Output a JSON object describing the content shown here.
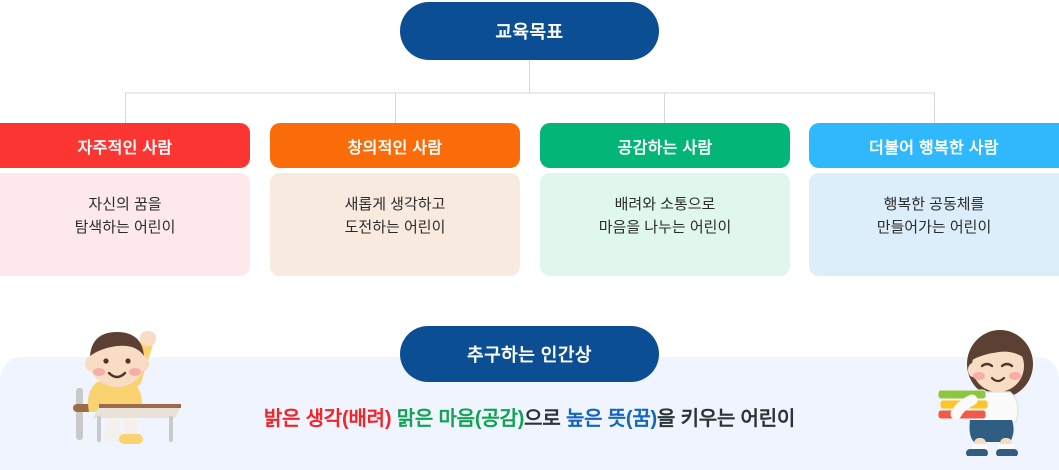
{
  "diagram": {
    "top_node": {
      "label": "교육목표",
      "color": "#0B4E94"
    },
    "pillars": [
      {
        "title": "자주적인 사람",
        "description": "자신의 꿈을\n탐색하는 어린이",
        "head_color": "#FB3632",
        "body_color": "#FDE9EC"
      },
      {
        "title": "창의적인 사람",
        "description": "새롭게 생각하고\n도전하는 어린이",
        "head_color": "#FA6B0A",
        "body_color": "#F9EAE0"
      },
      {
        "title": "공감하는 사람",
        "description": "배려와 소통으로\n마음을 나누는 어린이",
        "head_color": "#03B576",
        "body_color": "#DFF7EC"
      },
      {
        "title": "더불어 행복한 사람",
        "description": "행복한 공동체를\n만들어가는 어린이",
        "head_color": "#2FB8FC",
        "body_color": "#DDEEFB"
      }
    ],
    "connector_color": "#D5D7DB"
  },
  "bottom": {
    "badge": {
      "label": "추구하는 인간상",
      "color": "#0B4E94"
    },
    "banner_color": "#EFF4FE",
    "slogan_segments": [
      {
        "text": "밝은 생각(배려)",
        "color": "#F0262B"
      },
      {
        "text": " ",
        "color": "#2d3436"
      },
      {
        "text": "맑은 마음(공감)",
        "color": "#12A254"
      },
      {
        "text": "으로 ",
        "color": "#2d3436"
      },
      {
        "text": "높은 뜻(꿈)",
        "color": "#1565C0"
      },
      {
        "text": "을 키우는 어린이",
        "color": "#2d3436"
      }
    ],
    "illustrations": {
      "left": "boy-raising-hand-at-desk-illustration",
      "right": "girl-carrying-books-illustration"
    }
  }
}
